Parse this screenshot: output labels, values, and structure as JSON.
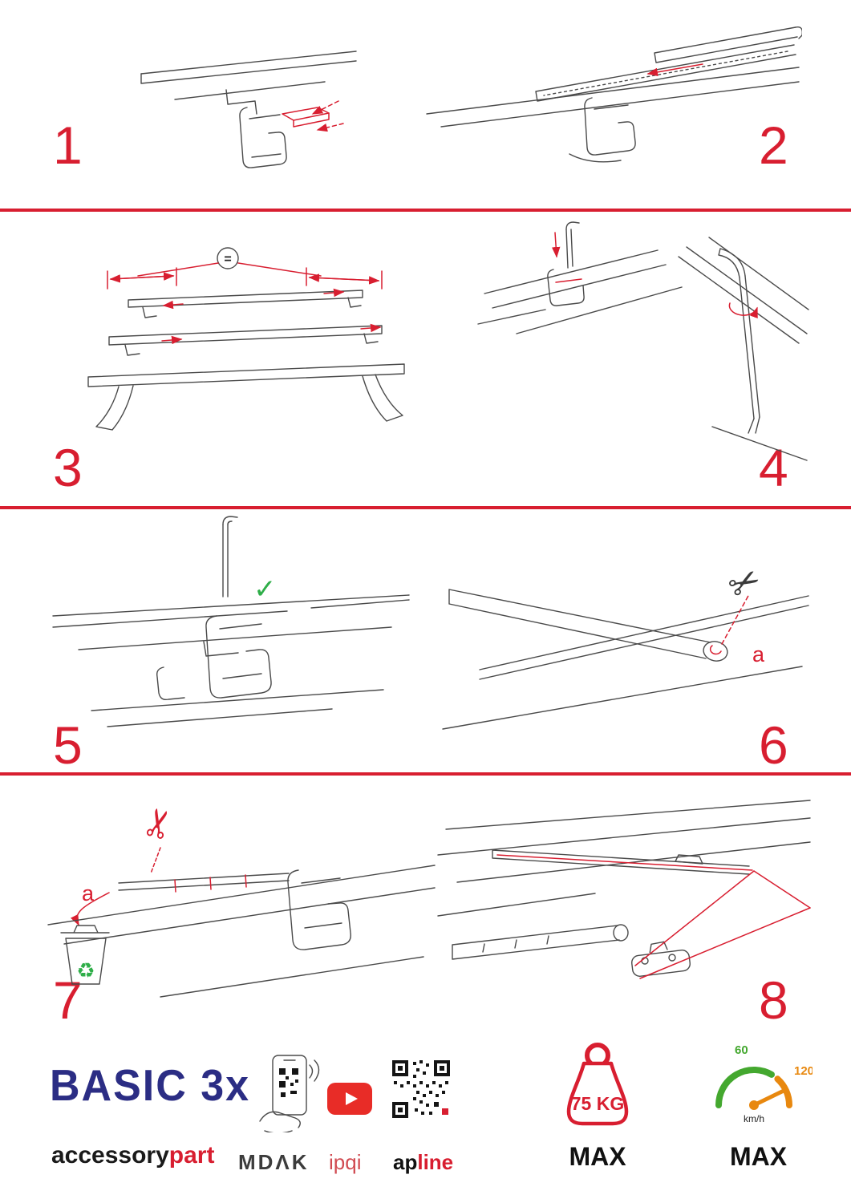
{
  "palette": {
    "accent_red": "#d81e30",
    "logo_navy": "#2b2d84",
    "line_gray": "#4a4a4a",
    "success_green": "#2fae49",
    "gauge_green": "#44a82f",
    "gauge_orange": "#e8880f",
    "youtube_red": "#e82c27"
  },
  "steps": [
    {
      "number": "1"
    },
    {
      "number": "2"
    },
    {
      "number": "3"
    },
    {
      "number": "4"
    },
    {
      "number": "5"
    },
    {
      "number": "6"
    },
    {
      "number": "7"
    },
    {
      "number": "8"
    }
  ],
  "glyphs": {
    "equals": "=",
    "check": "✓",
    "scissors": "✂",
    "recycle": "♻"
  },
  "labels": {
    "cut_a": "a"
  },
  "footer": {
    "product_name": "BASIC 3x",
    "brand_black": "accessory",
    "brand_red": "part",
    "partner_mdak": "MDΛK",
    "partner_ipqi": "ipqi",
    "partner_ap": "ap",
    "partner_line": "line",
    "weight_limit": "75 KG",
    "weight_max_label": "MAX",
    "speed_low": "60",
    "speed_high": "120",
    "speed_unit": "km/h",
    "speed_max_label": "MAX"
  }
}
